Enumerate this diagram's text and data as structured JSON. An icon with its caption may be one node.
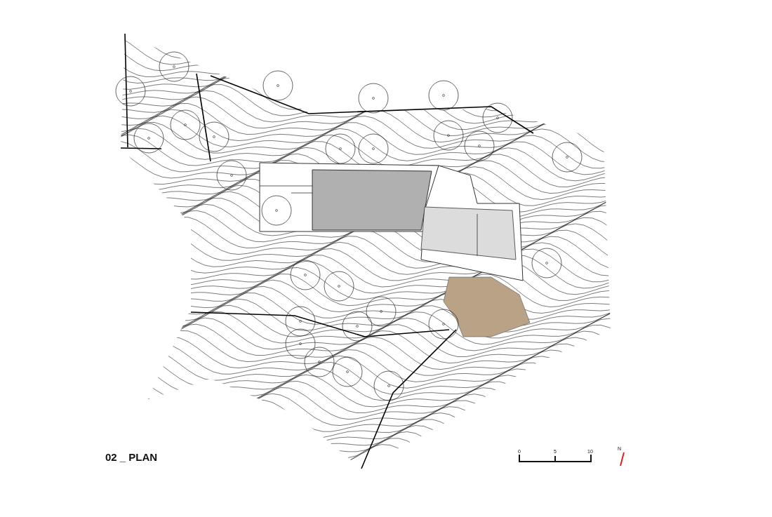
{
  "diagram": {
    "title": "02 _ PLAN",
    "labels": [
      "0",
      "5",
      "10",
      "N"
    ]
  }
}
